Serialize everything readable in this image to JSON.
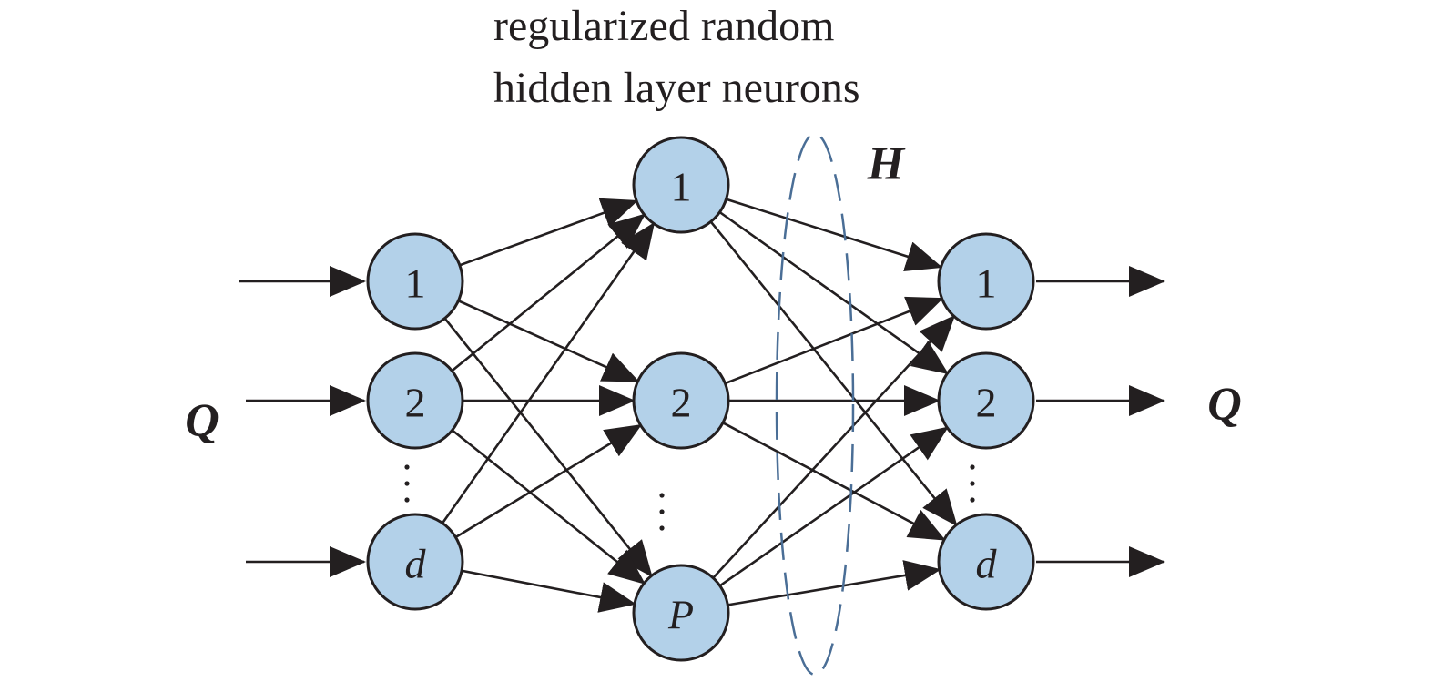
{
  "title": {
    "line1": "regularized random",
    "line2": "hidden layer neurons"
  },
  "labels": {
    "input_variable": "Q",
    "output_variable": "Q",
    "hidden_output": "H"
  },
  "layers": {
    "input": [
      "1",
      "2",
      "d"
    ],
    "hidden": [
      "1",
      "2",
      "P"
    ],
    "output": [
      "1",
      "2",
      "d"
    ]
  },
  "colors": {
    "node_fill": "#b3d1e9",
    "stroke": "#231f20",
    "ellipse": "#4a6e96"
  }
}
